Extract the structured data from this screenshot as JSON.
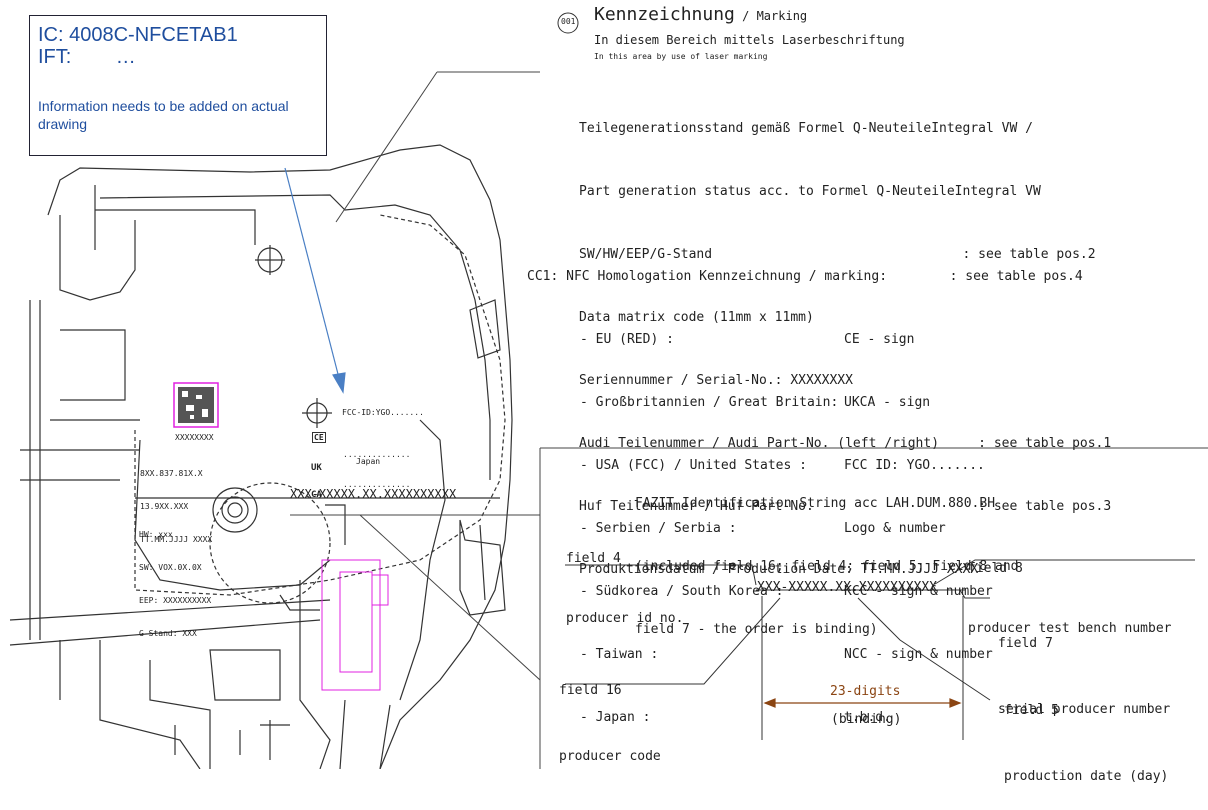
{
  "note_box": {
    "ic_line": "IC: 4008C-NFCETAB1",
    "ift_line": "IFT:        …",
    "note": "Information needs to be added on actual drawing"
  },
  "marking": {
    "pos_marker": "001",
    "title": "Kennzeichnung",
    "title_suffix": " / Marking",
    "subtitle_de": "In diesem Bereich mittels Laserbeschriftung",
    "subtitle_en": "In this area by use of laser marking",
    "lines": [
      "Teilegenerationsstand gemäß Formel Q-NeuteileIntegral VW /",
      "Part generation status acc. to Formel Q-NeuteileIntegral VW",
      "SW/HW/EEP/G-Stand                                : see table pos.2",
      "Data matrix code (11mm x 11mm)",
      "Seriennummer / Serial-No.: XXXXXXXX",
      "Audi Teilenummer / Audi Part-No. (left /right)     : see table pos.1",
      "Huf Teilenummer / Huf Part-No.                     : see table pos.3",
      "Produktionsdatum / Production Date: TT.MM.JJJJ XXXX"
    ],
    "cc1_line": "CC1: NFC Homologation Kennzeichnung / marking:        : see table pos.4",
    "homologation": [
      {
        "country": "- EU (RED) :",
        "sign": "CE - sign"
      },
      {
        "country": "- Großbritannien / Great Britain:",
        "sign": "UKCA - sign"
      },
      {
        "country": "- USA (FCC) / United States :",
        "sign": "FCC ID: YGO......."
      },
      {
        "country": "- Serbien / Serbia :",
        "sign": "Logo & number"
      },
      {
        "country": "- Südkorea / South Korea :",
        "sign": "KCC - sign & number"
      },
      {
        "country": "- Taiwan :",
        "sign": "NCC - sign & number"
      },
      {
        "country": "- Japan :",
        "sign": "t.b.d."
      }
    ]
  },
  "fazit": {
    "title_lines": [
      "FAZIT Identification String acc LAH.DUM.880.BH",
      "(included field 16; field 4; field 5; Field 8 and",
      "field 7 - the order is binding)"
    ],
    "string": "XXX-XXXXX.XX.XXXXXXXXXX",
    "field4": {
      "label": "field 4",
      "desc": "producer id no."
    },
    "field8": {
      "label": "field 8",
      "desc": "producer test bench number"
    },
    "field7": {
      "label": "field 7",
      "desc": "serial producer number"
    },
    "field16": {
      "label": "field 16",
      "desc": "producer code"
    },
    "field5": {
      "label": "field 5",
      "desc": "production date (day)"
    },
    "digits": "23-digits",
    "binding": "(binding)"
  },
  "label_plate": {
    "serial": "XXXXXXXX",
    "part_no": "8XX.837.81X.X",
    "huf_no": "13.9XX.XXX",
    "date": "TT.MM.JJJJ XXXX",
    "fcc": "FCC-ID:YGO.......",
    "dots1": "..............",
    "dots2": "..............",
    "japan": "Japan",
    "ce": "CE",
    "uk": "UK",
    "ca": "CA",
    "fazit_string": "XXX-XXXXX.XX.XXXXXXXXXX",
    "hw": "HW: xxx",
    "sw": "SW: VOX.0X.0X",
    "eep": "EEP: XXXXXXXXXX",
    "gstand": "G-Stand: XXX"
  },
  "colors": {
    "note_text": "#1f4e9e",
    "arrow": "#4a7fc4",
    "dimension": "#8b4513",
    "highlight": "#e020e0"
  }
}
